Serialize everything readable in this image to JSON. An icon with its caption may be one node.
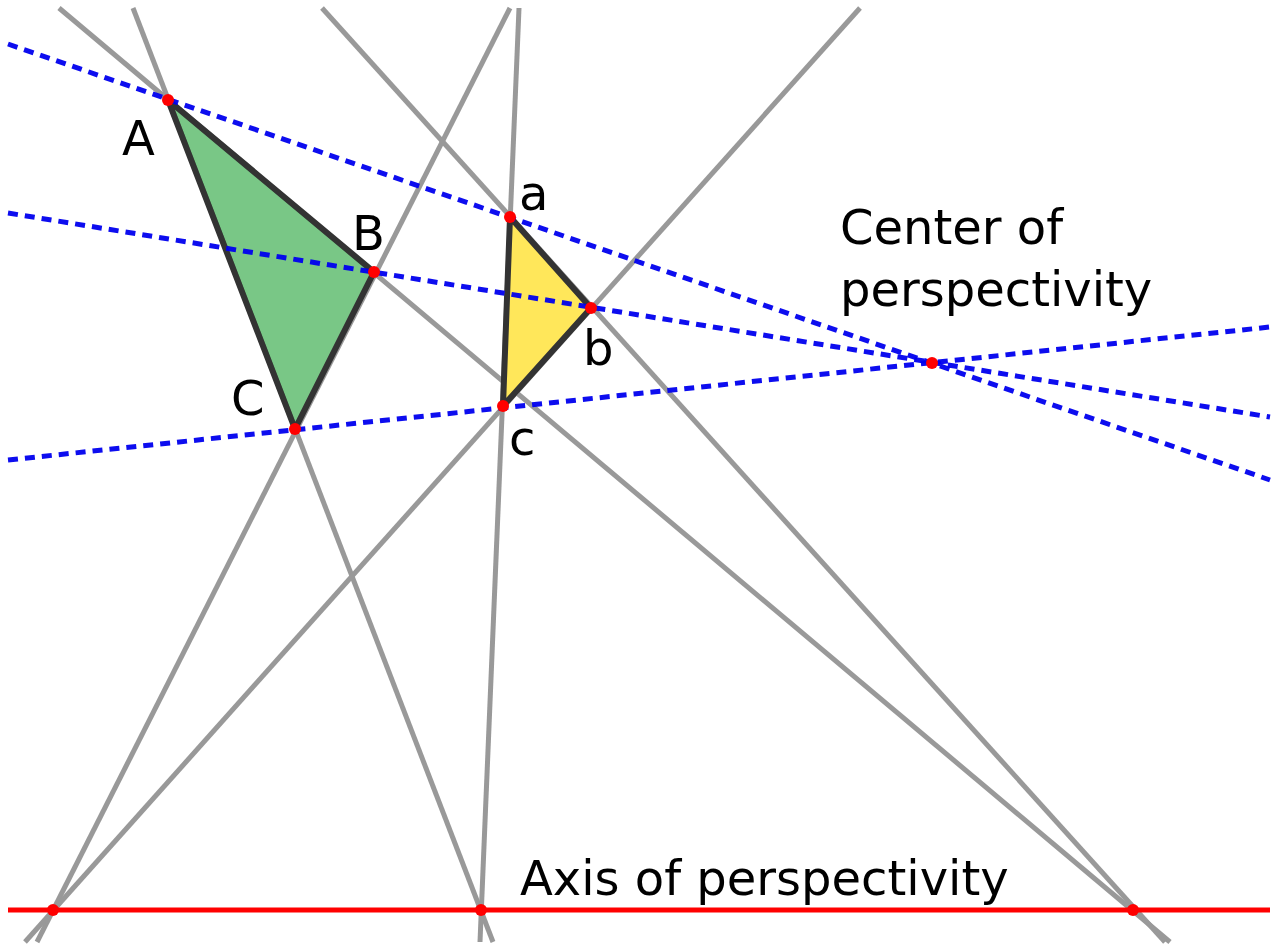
{
  "diagram": {
    "labels": [
      "A",
      "a",
      "B",
      "Center of perspectivity",
      "b",
      "C",
      "c",
      "Axis of perspectivity"
    ]
  }
}
